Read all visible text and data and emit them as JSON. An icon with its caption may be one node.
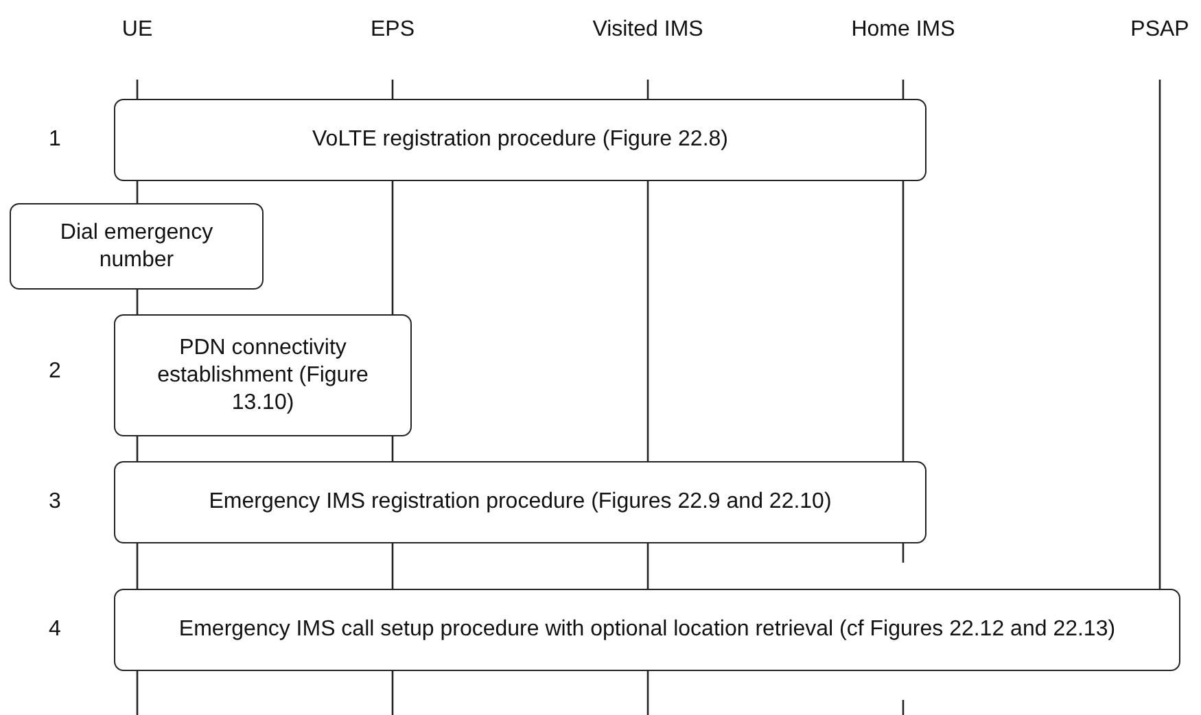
{
  "diagram": {
    "nodes": [
      {
        "text": [
          "VoLTE registration procedure (Figure 22.8)"
        ]
      },
      {
        "text": [
          "Dial emergency number"
        ]
      },
      {
        "text": [
          "PDN connectivity establishment (Figure 13.10)"
        ]
      },
      {
        "text": [
          "Emergency IMS registration procedure (Figures 22.9 and 22.10)"
        ]
      },
      {
        "text": [
          "Emergency IMS call setup procedure with optional location retrieval (cf Figures 22.12 and 22.13)"
        ]
      }
    ],
    "edges": [],
    "labels": [
      "UE",
      "EPS",
      "Visited IMS",
      "Home IMS",
      "PSAP",
      "1",
      "2",
      "3",
      "4"
    ]
  }
}
